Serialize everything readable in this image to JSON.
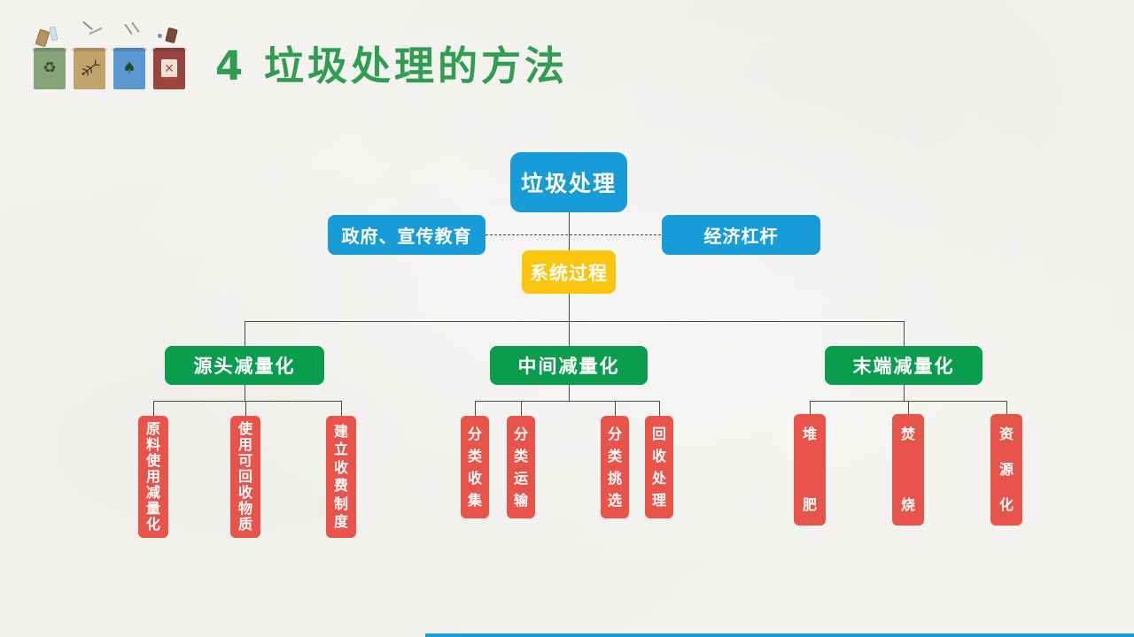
{
  "slide": {
    "title": "4 垃圾处理的方法"
  },
  "decor": {
    "bins": [
      {
        "name": "recyclable-bin",
        "color": "#87A478",
        "glyph": "♻"
      },
      {
        "name": "kitchen-waste-bin",
        "color": "#C1A36B",
        "glyph": "fishbone"
      },
      {
        "name": "other-waste-bin",
        "color": "#5B97D0",
        "glyph": "♠"
      },
      {
        "name": "hazardous-waste-bin",
        "color": "#9C453E",
        "glyph": "✕"
      }
    ]
  },
  "flowchart": {
    "root": "垃圾处理",
    "left": "政府、宣传教育",
    "right": "经济杠杆",
    "process": "系统过程",
    "branches": [
      {
        "label": "源头减量化",
        "children": [
          "原料使用减量化",
          "使用可回收物质",
          "建立收费制度"
        ]
      },
      {
        "label": "中间减量化",
        "children": [
          "分类收集",
          "分类运输",
          "分类挑选",
          "回收处理"
        ]
      },
      {
        "label": "末端减量化",
        "children": [
          "堆肥",
          "焚烧",
          "资源化"
        ]
      }
    ]
  },
  "colors": {
    "title_green": "#2F9E50",
    "node_blue": "#189CD8",
    "node_yellow": "#FBC40D",
    "node_green": "#0A9D4D",
    "node_red": "#E8534A",
    "connector": "#4A4A4A",
    "bottom_bar": "#1A9CD8",
    "background": "#F5F4F1"
  }
}
